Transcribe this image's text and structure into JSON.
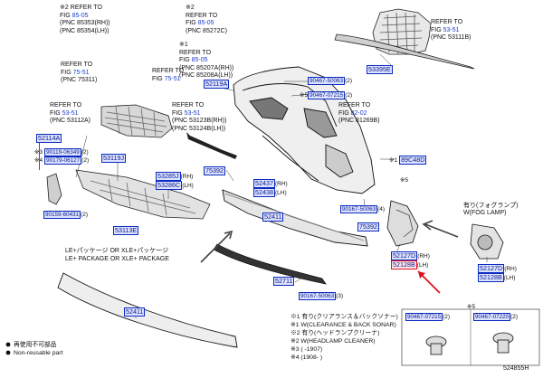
{
  "ref_blocks": {
    "emblem_rh_lh": {
      "refer": "REFER TO",
      "fig": "FIG",
      "link": "85-05",
      "pnc": "(PNC 85353(RH))\n(PNC 85354(LH))"
    },
    "cover_85272c": {
      "mark": "※2",
      "refer": "REFER TO",
      "fig": "FIG",
      "link": "85-05",
      "pnc": "(PNC 85272C)"
    },
    "sensor_85207a": {
      "refer": "REFER TO",
      "fig": "FIG",
      "link": "85-05",
      "pnc": "(PNC 85207A(RH))\n(PNC 85208A(LH))"
    },
    "emblem_75311": {
      "refer": "REFER TO",
      "fig": "FIG",
      "link": "75-51",
      "pnc": "(PNC 75311)"
    },
    "radiator_grille": {
      "refer": "REFER TO",
      "fig": "FIG",
      "link": "53-51",
      "pnc": "(PNC 53111B)"
    },
    "grille_53112a": {
      "refer": "REFER TO",
      "fig": "FIG",
      "link": "53-51",
      "pnc": "(PNC 53112A)"
    },
    "moulding_53123b": {
      "refer": "REFER TO",
      "fig": "FIG",
      "link": "53-51",
      "pnc": "(PNC 53123B(RH))\n(PNC 53124B(LH))"
    },
    "bracket_81269b": {
      "refer": "REFER TO",
      "fig": "FIG",
      "link": "82-02",
      "pnc": "(PNC 81269B)"
    },
    "emblem_75171": {
      "refer": "REFER TO",
      "fig": "FIG",
      "link": "75-51",
      "pnc": ""
    }
  },
  "labels": {
    "p52119a": "52119A",
    "p90467_50063_top": "90467-50063",
    "p90467_07215_top": "90467-07215",
    "p53395e": "53395E",
    "p52114a": "52114A",
    "p90119_06349": "90119-06349",
    "p90179_06127": "90179-06127",
    "p90159_60431": "90159-60431",
    "p53119j": "53119J",
    "p53285j": "53285J",
    "p53286c": "53286C",
    "p53113e": "53113E",
    "p75392_a": "75392",
    "p52437": "52437",
    "p52438": "52438",
    "p52411_a": "52411",
    "p89c48d": "89C48D",
    "p90167_50063_r": "90167-50063",
    "p75392_b": "75392",
    "p52127d_a": "52127D",
    "p52128b_a": "52128B",
    "p52711": "52711",
    "p90167_50063_b": "90167-50063",
    "p52411_b": "52411",
    "p52127d_b": "52127D",
    "p52128b_b": "52128B",
    "p90467_07215_b": "90467-07215",
    "p90467_07220": "90467-07220"
  },
  "qty": {
    "q2": "(2)",
    "q4": "(4)",
    "q3": "(3)"
  },
  "suffix": {
    "rh": "(RH)",
    "lh": "(LH)"
  },
  "marks": {
    "m2": "※2",
    "m3": "※3",
    "m4": "※4",
    "m5": "※5",
    "m1": "※1"
  },
  "fog": {
    "jp": "有り(フォグランプ)",
    "en": "W(FOG LAMP)"
  },
  "package": {
    "jp": "LE+パッケージ OR XLE+パッケージ",
    "en": "LE+ PACKAGE OR XLE+ PACKAGE"
  },
  "legend": {
    "l1": "※1 有り(クリアランス＆バックソナー)",
    "l1b": "※1 W(CLEARANCE & BACK SONAR)",
    "l2": "※2 有り(ヘッドランプクリーナ)",
    "l2b": "※2 W(HEADLAMP CLEANER)",
    "l3": "※3 (      -1907)",
    "l4": "※4 (1908-      )"
  },
  "nonreuse": {
    "jp": "再使用不可部品",
    "en": "Non-reusable part"
  },
  "fig_id": "524855H",
  "colors": {
    "link": "#1a3ec9",
    "box_bg": "#dde3ff",
    "highlight": "#e01020"
  }
}
